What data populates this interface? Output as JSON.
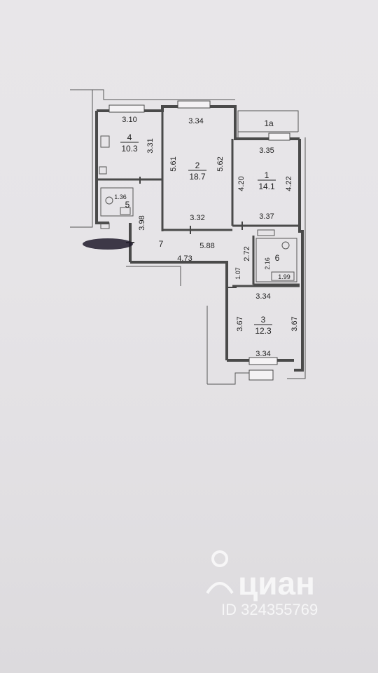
{
  "colors": {
    "wall": "#4a4a4a",
    "line": "#555555",
    "text": "#222222",
    "paper": "#e8e6e9",
    "watermark": "#ffffff",
    "smudge": "#1e1a2a"
  },
  "rooms": [
    {
      "id": "4",
      "area": "10.3"
    },
    {
      "id": "2",
      "area": "18.7"
    },
    {
      "id": "1",
      "area": "14.1"
    },
    {
      "id": "3",
      "area": "12.3"
    },
    {
      "id": "5",
      "area": ""
    },
    {
      "id": "6",
      "area": ""
    },
    {
      "id": "7",
      "area": ""
    },
    {
      "id": "1a",
      "area": ""
    }
  ],
  "dimensions": {
    "room4_top": "3.10",
    "room4_side": "3.31",
    "room2_top": "3.34",
    "room2_left": "5.61",
    "room2_right": "5.62",
    "room2_bottom": "3.32",
    "room1_top": "3.35",
    "room1_left": "4.20",
    "room1_right": "4.22",
    "room1_bottom": "3.37",
    "bath5": "1.36",
    "hall_left": "3.98",
    "hall_length": "5.88",
    "hall_bottom": "4.73",
    "bath6_left": "2.72",
    "bath6_inner": "2.16",
    "bath6_bottom": "1.99",
    "corridor": "1.07",
    "room3_top": "3.34",
    "room3_left": "3.67",
    "room3_right": "3.67",
    "room3_bottom": "3.34"
  },
  "watermark": {
    "brand": "циан",
    "id_text": "ID 324355769",
    "icon": "pin-user-icon"
  }
}
